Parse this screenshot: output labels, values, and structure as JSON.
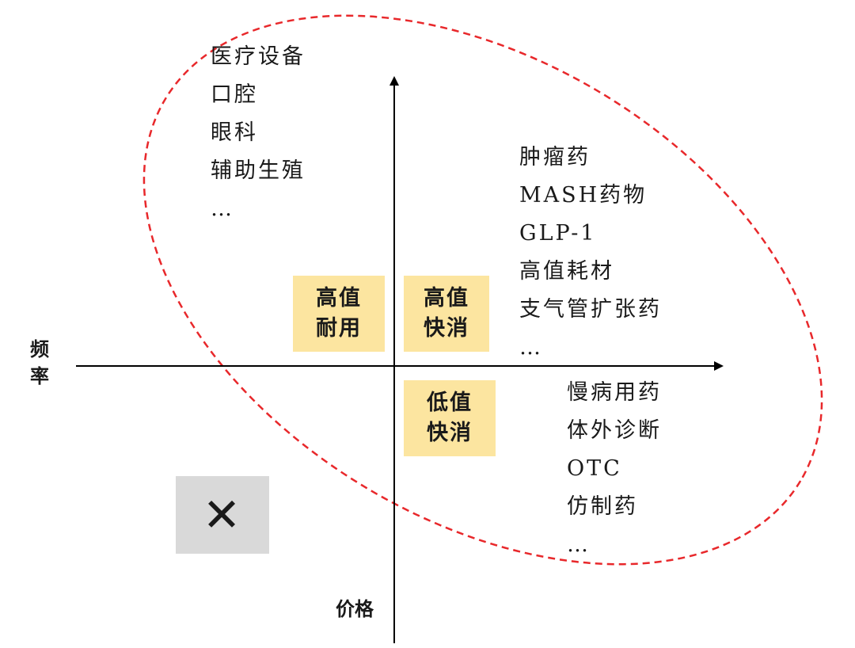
{
  "axes": {
    "frequency_label": "频\n率",
    "price_label": "价格"
  },
  "quadrants": {
    "high_value_durable": {
      "label": "高值\n耐用",
      "items": [
        "医疗设备",
        "口腔",
        "眼科",
        "辅助生殖",
        "…"
      ]
    },
    "high_value_fast": {
      "label": "高值\n快消",
      "items": [
        "肿瘤药",
        "MASH药物",
        "GLP-1",
        "高值耗材",
        "支气管扩张药",
        "…"
      ]
    },
    "low_value_fast": {
      "label": "低值\n快消",
      "items": [
        "慢病用药",
        "体外诊断",
        "OTC",
        "仿制药",
        "…"
      ]
    },
    "excluded": {
      "symbol": "✕"
    }
  },
  "colors": {
    "highlight_box": "#fce5a0",
    "excluded_box": "#d9d9d9",
    "dashed_ellipse": "#e8282b",
    "axis": "#000000"
  }
}
